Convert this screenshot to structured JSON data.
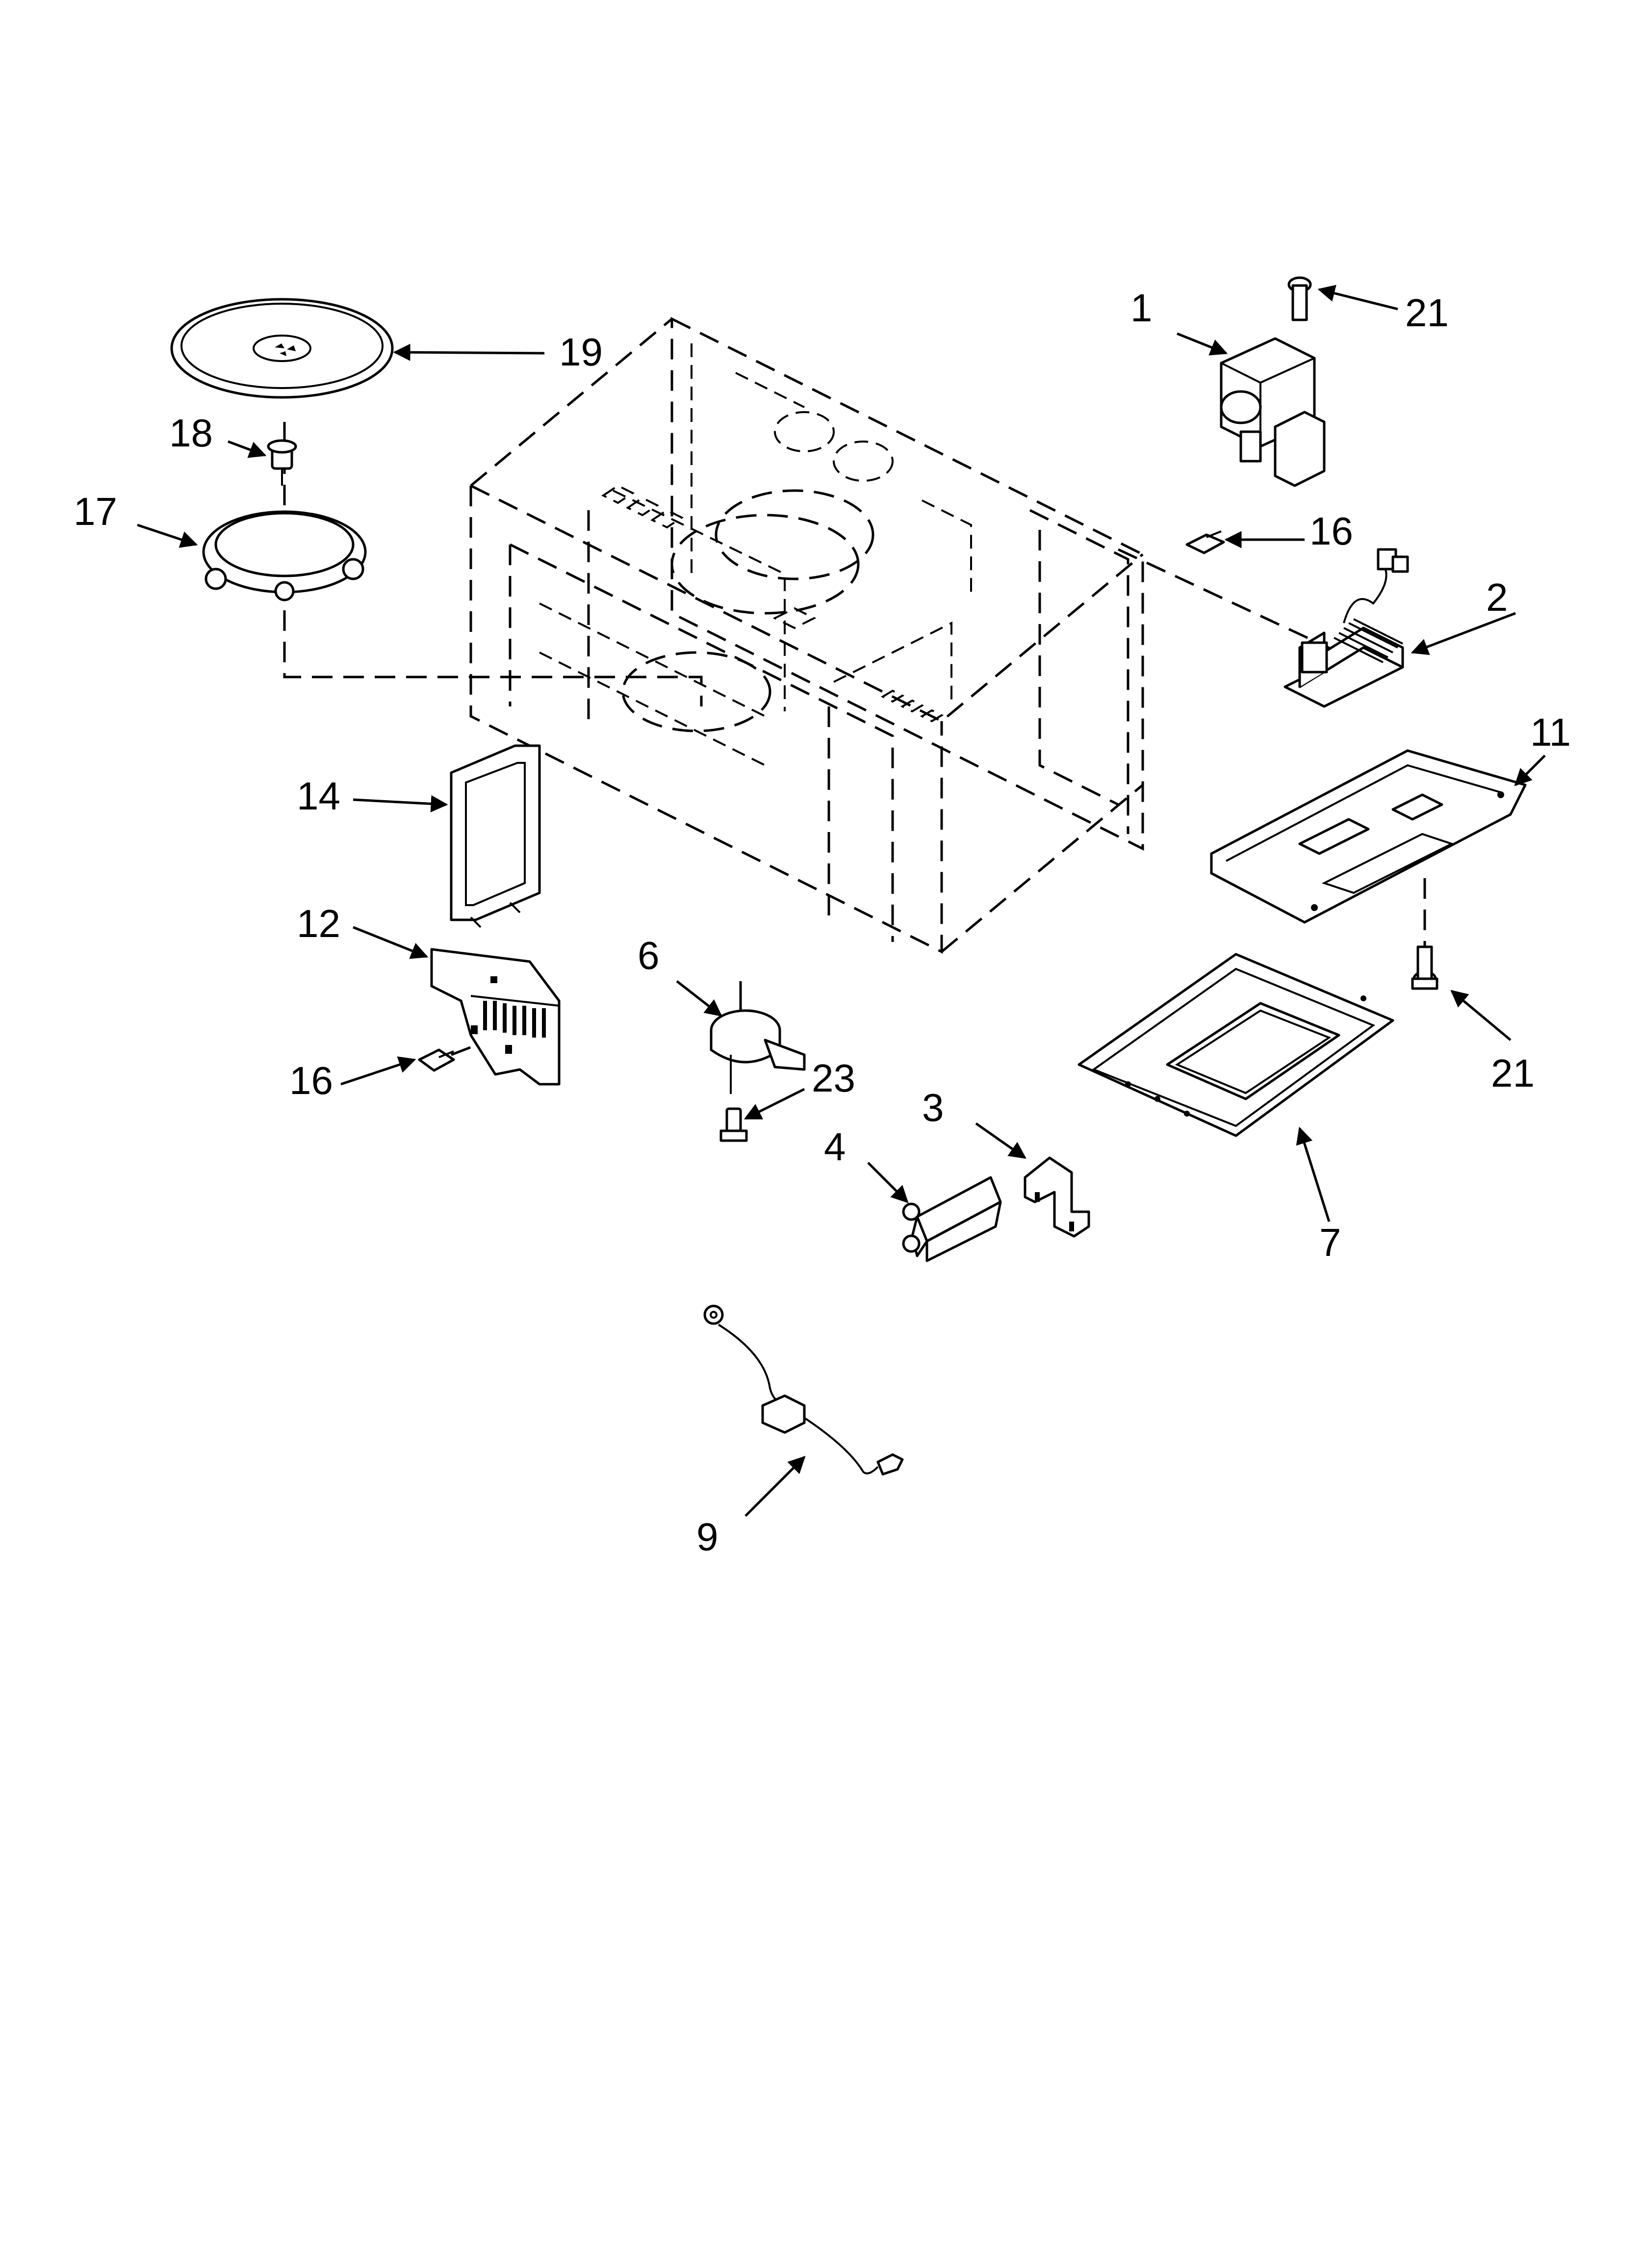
{
  "diagram": {
    "parts": [
      {
        "key": "p1",
        "number": "1"
      },
      {
        "key": "p2",
        "number": "2"
      },
      {
        "key": "p3",
        "number": "3"
      },
      {
        "key": "p4",
        "number": "4"
      },
      {
        "key": "p6",
        "number": "6"
      },
      {
        "key": "p7",
        "number": "7"
      },
      {
        "key": "p9",
        "number": "9"
      },
      {
        "key": "p11",
        "number": "11"
      },
      {
        "key": "p12",
        "number": "12"
      },
      {
        "key": "p14",
        "number": "14"
      },
      {
        "key": "p16a",
        "number": "16"
      },
      {
        "key": "p16b",
        "number": "16"
      },
      {
        "key": "p17",
        "number": "17"
      },
      {
        "key": "p18",
        "number": "18"
      },
      {
        "key": "p19",
        "number": "19"
      },
      {
        "key": "p21a",
        "number": "21"
      },
      {
        "key": "p21b",
        "number": "21"
      },
      {
        "key": "p23",
        "number": "23"
      }
    ]
  }
}
